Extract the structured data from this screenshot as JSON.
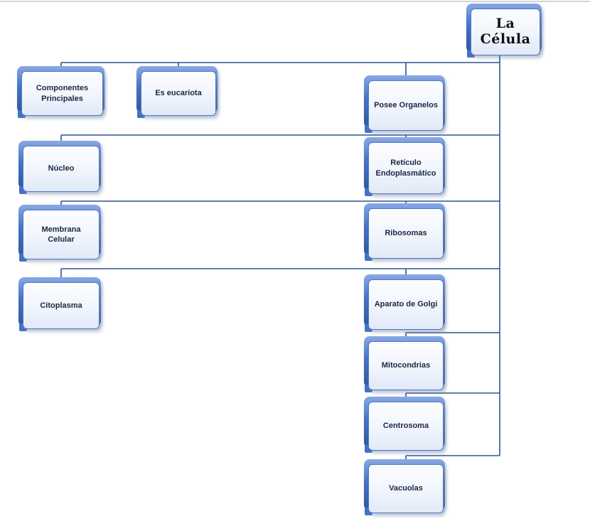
{
  "diagram": {
    "title": "La Célula",
    "type": "hierarchy-concept-map",
    "root": {
      "id": "la-celula",
      "label": "La Célula"
    },
    "nodes": [
      {
        "id": "componentes-principales",
        "label": "Componentes Principales",
        "column": "top"
      },
      {
        "id": "es-eucariota",
        "label": "Es eucariota",
        "column": "top"
      },
      {
        "id": "posee-organelos",
        "label": "Posee Organelos",
        "column": "top"
      },
      {
        "id": "nucleo",
        "label": "Núcleo",
        "column": "left"
      },
      {
        "id": "reticulo-endoplasmatico",
        "label": "Retículo Endoplasmático",
        "column": "right"
      },
      {
        "id": "membrana-celular",
        "label": "Membrana Celular",
        "column": "left"
      },
      {
        "id": "ribosomas",
        "label": "Ribosomas",
        "column": "right"
      },
      {
        "id": "citoplasma",
        "label": "Citoplasma",
        "column": "left"
      },
      {
        "id": "aparato-de-golgi",
        "label": "Aparato de Golgi",
        "column": "right"
      },
      {
        "id": "mitocondrias",
        "label": "Mitocondrias",
        "column": "right"
      },
      {
        "id": "centrosoma",
        "label": "Centrosoma",
        "column": "right"
      },
      {
        "id": "vacuolas",
        "label": "Vacuolas",
        "column": "right"
      }
    ],
    "edges": [
      {
        "from": "la-celula",
        "to": "componentes-principales"
      },
      {
        "from": "la-celula",
        "to": "es-eucariota"
      },
      {
        "from": "la-celula",
        "to": "posee-organelos"
      },
      {
        "from": "la-celula",
        "to": "nucleo"
      },
      {
        "from": "la-celula",
        "to": "reticulo-endoplasmatico"
      },
      {
        "from": "la-celula",
        "to": "membrana-celular"
      },
      {
        "from": "la-celula",
        "to": "ribosomas"
      },
      {
        "from": "la-celula",
        "to": "citoplasma"
      },
      {
        "from": "la-celula",
        "to": "aparato-de-golgi"
      },
      {
        "from": "la-celula",
        "to": "mitocondrias"
      },
      {
        "from": "la-celula",
        "to": "centrosoma"
      },
      {
        "from": "la-celula",
        "to": "vacuolas"
      }
    ],
    "colors": {
      "connector": "#2E5395",
      "node_border": "#4F79C7",
      "node_back": "#4472C4",
      "node_face": "#EFF3FC",
      "text": "#1A2744",
      "background": "#FFFFFF"
    }
  }
}
